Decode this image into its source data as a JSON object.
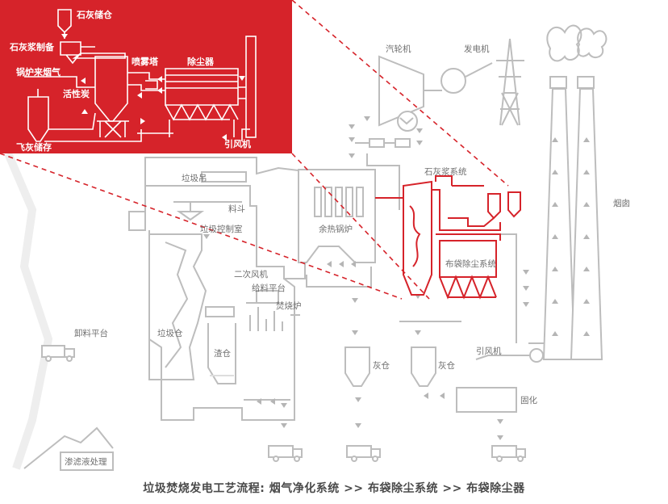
{
  "inset_labels": {
    "lime_silo": "石灰储仓",
    "lime_slurry_prep": "石灰浆制备",
    "boiler_flue_gas": "锅炉来烟气",
    "spray_tower": "喷雾塔",
    "dust_collector": "除尘器",
    "activated_carbon": "活性炭",
    "fly_ash_storage": "飞灰储存",
    "induced_fan": "引风机"
  },
  "main_labels": {
    "turbine": "汽轮机",
    "generator": "发电机",
    "chimney": "烟囱",
    "waste_crane": "垃圾吊",
    "hopper": "料斗",
    "control_room": "垃圾控制室",
    "waste_heat_boiler": "余热锅炉",
    "lime_slurry_system": "石灰浆系统",
    "bag_filter_system": "布袋除尘系统",
    "secondary_fan": "二次风机",
    "feeding_platform": "给料平台",
    "incinerator": "焚烧炉",
    "unloading_platform": "卸料平台",
    "waste_pit": "垃圾仓",
    "slag_bin": "渣仓",
    "ash_bin_1": "灰仓",
    "ash_bin_2": "灰仓",
    "induced_fan": "引风机",
    "solidification": "固化",
    "leachate_treatment": "渗滤液处理"
  },
  "caption": "垃圾焚烧发电工艺流程: 烟气净化系统  >>  布袋除尘系统  >>  布袋除尘器",
  "colors": {
    "accent": "#d6232a",
    "line_gray": "#bdbdbd",
    "text_gray": "#6f6f6f"
  }
}
